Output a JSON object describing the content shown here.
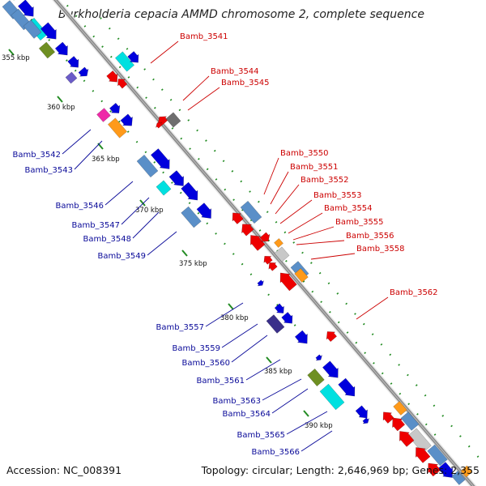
{
  "title": "Burkholderia cepacia AMMD chromosome 2, complete sequence",
  "footer": {
    "accession": "Accession: NC_008391",
    "topology": "Topology: circular; Length: 2,646,969 bp; Genes: 2,355"
  },
  "colors": {
    "backbone": "#888888",
    "tick": "#228b22",
    "red": "#ee0000",
    "blue": "#0000dd",
    "cyan": "#00e0e0",
    "steel": "#5a8fc8",
    "orange": "#ff9a1a",
    "olive": "#6e8f22",
    "purple": "#6b5cc8",
    "magenta": "#ee2aa8",
    "gray": "#6e6e6e",
    "silver": "#c8c8c8",
    "navy": "#3a2f8a"
  },
  "scale_labels": [
    "355 kbp",
    "360 kbp",
    "365 kbp",
    "370 kbp",
    "375 kbp",
    "380 kbp",
    "385 kbp",
    "390 kbp"
  ],
  "genes_red": [
    "Bamb_3541",
    "Bamb_3544",
    "Bamb_3545",
    "Bamb_3550",
    "Bamb_3551",
    "Bamb_3552",
    "Bamb_3553",
    "Bamb_3554",
    "Bamb_3555",
    "Bamb_3556",
    "Bamb_3558",
    "Bamb_3562"
  ],
  "genes_blue": [
    "Bamb_3542",
    "Bamb_3543",
    "Bamb_3546",
    "Bamb_3547",
    "Bamb_3548",
    "Bamb_3549",
    "Bamb_3557",
    "Bamb_3559",
    "Bamb_3560",
    "Bamb_3561",
    "Bamb_3563",
    "Bamb_3564",
    "Bamb_3565",
    "Bamb_3566"
  ]
}
